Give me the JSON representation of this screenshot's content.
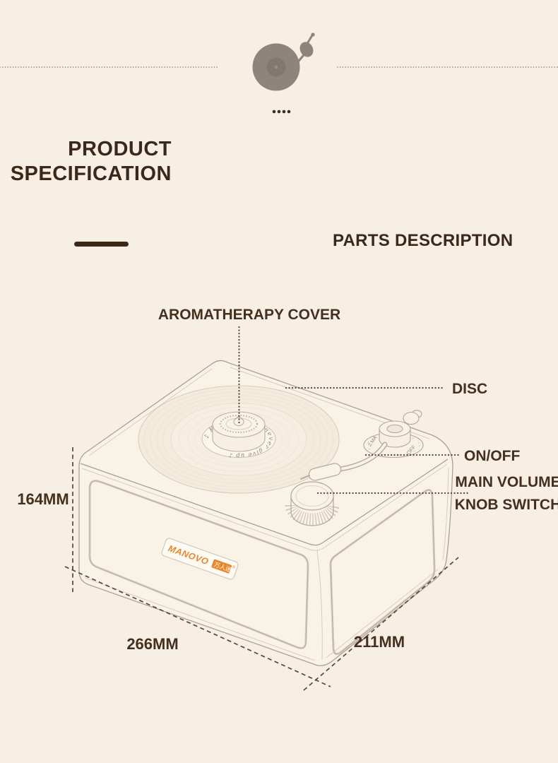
{
  "colors": {
    "background": "#f7efe3",
    "ink": "#3a2818",
    "label_ink": "#43301f",
    "leader_dots": "#5a4331",
    "dimension_dash": "#5e4530",
    "line_art": "#b3a798",
    "brand_orange": "#e8862d",
    "record_icon_gray": "#8e847b"
  },
  "header": {
    "title_line1": "PRODUCT",
    "title_line2": "SPECIFICATION",
    "section_title": "PARTS DESCRIPTION"
  },
  "callouts": {
    "aromatherapy_cover": "AROMATHERAPY COVER",
    "disc": "DISC",
    "on_off": "ON/OFF",
    "main_volume_line1": "MAIN VOLUME",
    "main_volume_line2": "KNOB SWITCH"
  },
  "dimensions": {
    "height": "164MM",
    "width": "266MM",
    "depth": "211MM"
  },
  "branding": {
    "logo_text": "MANOVO",
    "logo_cn": "万人迷",
    "reg_mark": "®"
  },
  "illustration": {
    "disc_ring_script": "♪ Keep on going never give up ♪",
    "dial_mark_left": "2.MA",
    "dial_mark_right": "OFF"
  }
}
